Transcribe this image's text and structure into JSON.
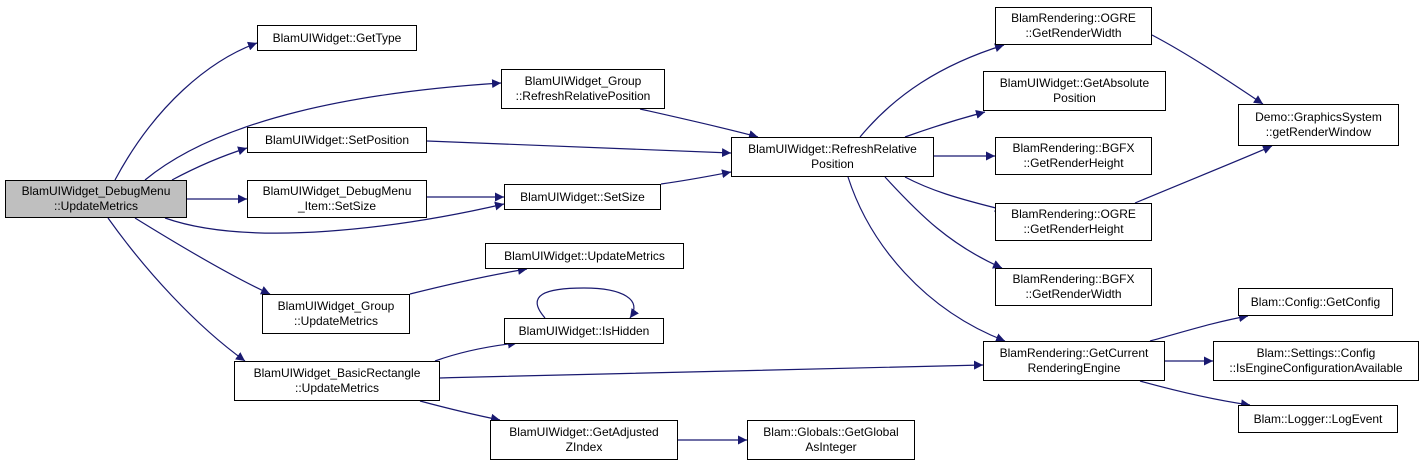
{
  "nodes": [
    {
      "id": "root",
      "lines": [
        "BlamUIWidget_DebugMenu",
        "::UpdateMetrics"
      ]
    },
    {
      "id": "gettype",
      "lines": [
        "BlamUIWidget::GetType"
      ]
    },
    {
      "id": "group_refresh",
      "lines": [
        "BlamUIWidget_Group",
        "::RefreshRelativePosition"
      ]
    },
    {
      "id": "setposition",
      "lines": [
        "BlamUIWidget::SetPosition"
      ]
    },
    {
      "id": "debugmenu_item_setsize",
      "lines": [
        "BlamUIWidget_DebugMenu",
        "_Item::SetSize"
      ]
    },
    {
      "id": "setsize",
      "lines": [
        "BlamUIWidget::SetSize"
      ]
    },
    {
      "id": "updatemetrics",
      "lines": [
        "BlamUIWidget::UpdateMetrics"
      ]
    },
    {
      "id": "group_updatemetrics",
      "lines": [
        "BlamUIWidget_Group",
        "::UpdateMetrics"
      ]
    },
    {
      "id": "ishidden",
      "lines": [
        "BlamUIWidget::IsHidden"
      ]
    },
    {
      "id": "basicrect_updatemetrics",
      "lines": [
        "BlamUIWidget_BasicRectangle",
        "::UpdateMetrics"
      ]
    },
    {
      "id": "getadjusted",
      "lines": [
        "BlamUIWidget::GetAdjusted",
        "ZIndex"
      ]
    },
    {
      "id": "getglobal",
      "lines": [
        "Blam::Globals::GetGlobal",
        "AsInteger"
      ]
    },
    {
      "id": "refresh",
      "lines": [
        "BlamUIWidget::RefreshRelative",
        "Position"
      ]
    },
    {
      "id": "ogre_width",
      "lines": [
        "BlamRendering::OGRE",
        "::GetRenderWidth"
      ]
    },
    {
      "id": "getabsolute",
      "lines": [
        "BlamUIWidget::GetAbsolute",
        "Position"
      ]
    },
    {
      "id": "bgfx_height",
      "lines": [
        "BlamRendering::BGFX",
        "::GetRenderHeight"
      ]
    },
    {
      "id": "ogre_height",
      "lines": [
        "BlamRendering::OGRE",
        "::GetRenderHeight"
      ]
    },
    {
      "id": "bgfx_width",
      "lines": [
        "BlamRendering::BGFX",
        "::GetRenderWidth"
      ]
    },
    {
      "id": "getcurrent",
      "lines": [
        "BlamRendering::GetCurrent",
        "RenderingEngine"
      ]
    },
    {
      "id": "getrenderwindow",
      "lines": [
        "Demo::GraphicsSystem",
        "::getRenderWindow"
      ]
    },
    {
      "id": "getconfig",
      "lines": [
        "Blam::Config::GetConfig"
      ]
    },
    {
      "id": "isengineconfig",
      "lines": [
        "Blam::Settings::Config",
        "::IsEngineConfigurationAvailable"
      ]
    },
    {
      "id": "logevent",
      "lines": [
        "Blam::Logger::LogEvent"
      ]
    }
  ],
  "edges": [
    [
      "root",
      "gettype"
    ],
    [
      "root",
      "group_refresh"
    ],
    [
      "root",
      "setposition"
    ],
    [
      "root",
      "debugmenu_item_setsize"
    ],
    [
      "root",
      "setsize"
    ],
    [
      "root",
      "group_updatemetrics"
    ],
    [
      "root",
      "basicrect_updatemetrics"
    ],
    [
      "group_refresh",
      "refresh"
    ],
    [
      "setposition",
      "refresh"
    ],
    [
      "debugmenu_item_setsize",
      "setsize"
    ],
    [
      "setsize",
      "refresh"
    ],
    [
      "group_updatemetrics",
      "updatemetrics"
    ],
    [
      "ishidden",
      "ishidden"
    ],
    [
      "basicrect_updatemetrics",
      "ishidden"
    ],
    [
      "basicrect_updatemetrics",
      "getadjusted"
    ],
    [
      "basicrect_updatemetrics",
      "getcurrent"
    ],
    [
      "getadjusted",
      "getglobal"
    ],
    [
      "refresh",
      "ogre_width"
    ],
    [
      "refresh",
      "getabsolute"
    ],
    [
      "refresh",
      "bgfx_height"
    ],
    [
      "refresh",
      "ogre_height"
    ],
    [
      "refresh",
      "bgfx_width"
    ],
    [
      "refresh",
      "getcurrent"
    ],
    [
      "ogre_width",
      "getrenderwindow"
    ],
    [
      "ogre_height",
      "getrenderwindow"
    ],
    [
      "getcurrent",
      "getconfig"
    ],
    [
      "getcurrent",
      "isengineconfig"
    ],
    [
      "getcurrent",
      "logevent"
    ]
  ],
  "current_node": "root",
  "colors": {
    "edge": "#191970",
    "node_border": "#000000",
    "current_fill": "#bfbfbf",
    "node_fill": "#ffffff"
  }
}
